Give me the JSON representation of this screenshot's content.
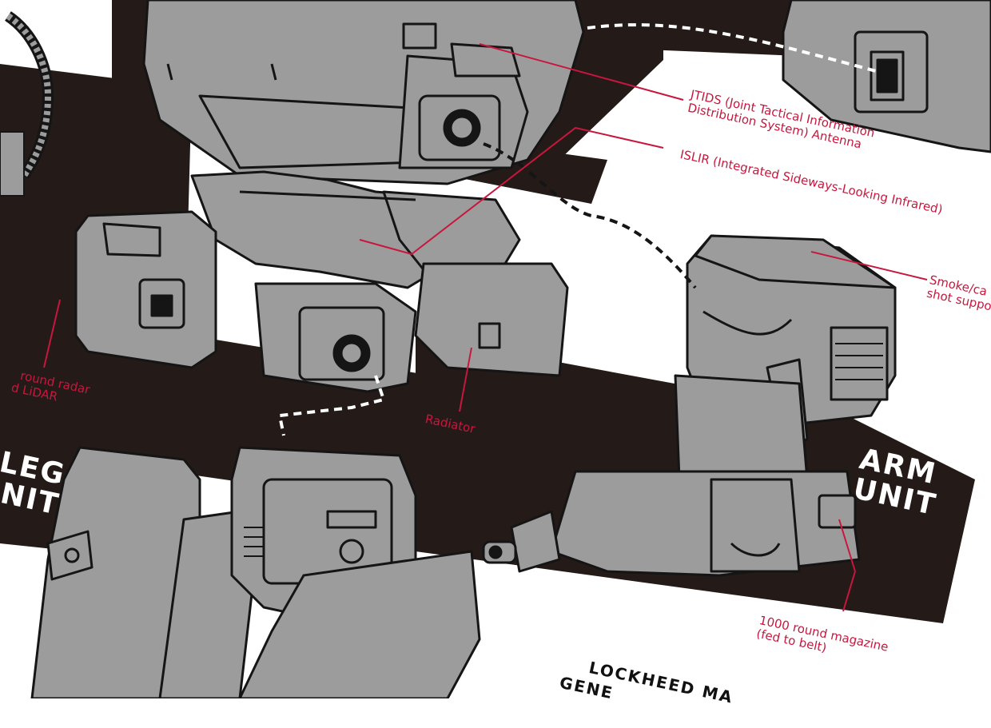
{
  "colors": {
    "band": "#241a18",
    "metal": "#9d9c9d",
    "ink": "#151515",
    "callout": "#c8173e",
    "dash": "#ffffff"
  },
  "labels": {
    "jtids_line1": "JTIDS (Joint Tactical Information",
    "jtids_line2": "Distribution System) Antenna",
    "islir": "ISLIR (Integrated Sideways-Looking Infrared)",
    "smoke_line1": "Smoke/ca",
    "smoke_line2": "shot suppo",
    "radar_line1": "round radar",
    "radar_line2": "d LiDAR",
    "radiator": "Radiator",
    "magazine_line1": "1000 round magazine",
    "magazine_line2": "(fed to belt)"
  },
  "banners": {
    "leg_line1": "LEG",
    "leg_line2": "UNIT",
    "arm_line1": "ARM",
    "arm_line2": "UNIT"
  },
  "credit": {
    "line1": "LOCKHEED MA",
    "line2": "GENE"
  }
}
